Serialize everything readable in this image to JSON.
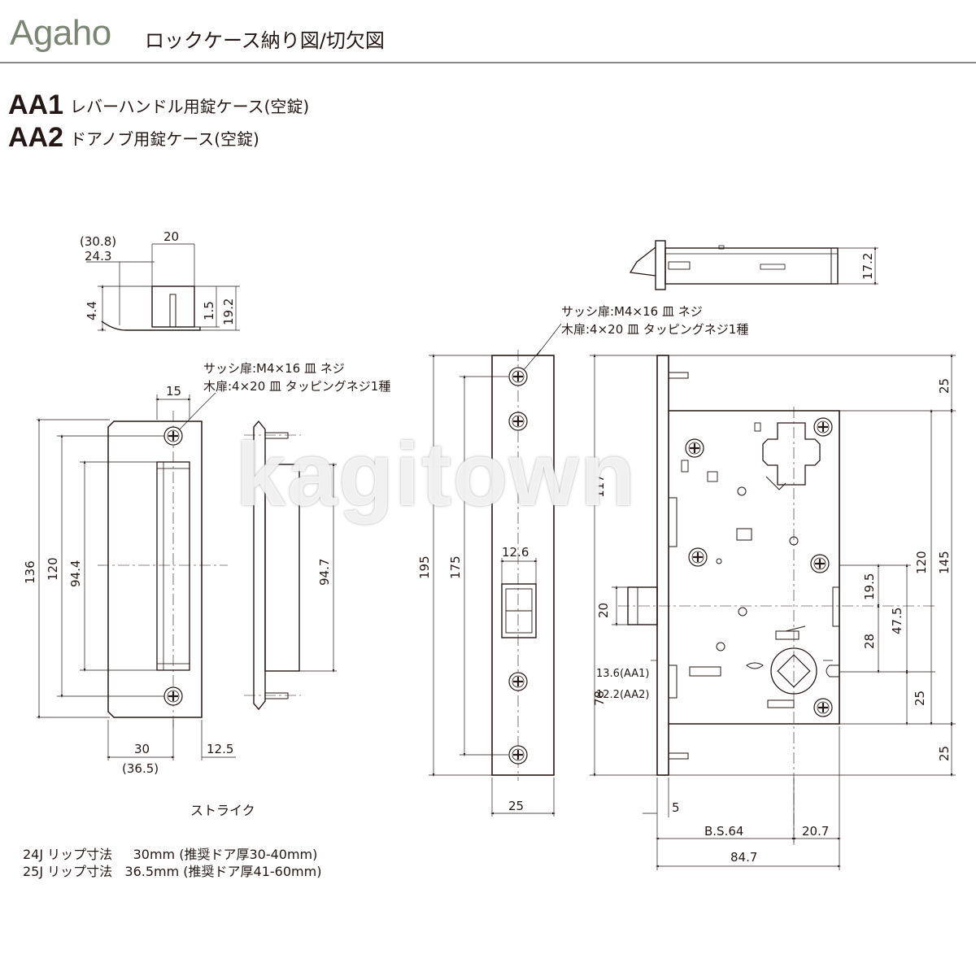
{
  "header": {
    "brand": "Agaho",
    "title": "ロックケース納り図/切欠図"
  },
  "models": [
    {
      "code": "AA1",
      "description": "レバーハンドル用錠ケース(空錠)"
    },
    {
      "code": "AA2",
      "description": "ドアノブ用錠ケース(空錠)"
    }
  ],
  "screw_notes": {
    "sash": "サッシ扉:M4×16 皿 ネジ",
    "wood": "木扉:4×20 皿 タッピングネジ1種"
  },
  "strike": {
    "label": "ストライク",
    "dims": {
      "d30_8": "(30.8)",
      "d24_3": "24.3",
      "d20": "20",
      "d4_4": "4.4",
      "d1_5": "1.5",
      "d19_2": "19.2",
      "d15": "15",
      "d136": "136",
      "d120": "120",
      "d94_4": "94.4",
      "d94_7": "94.7",
      "d30": "30",
      "d36_5": "(36.5)",
      "d12_5": "12.5"
    }
  },
  "faceplate": {
    "dims": {
      "d195": "195",
      "d175": "175",
      "d12_6": "12.6",
      "d25": "25"
    }
  },
  "lockcase": {
    "dims": {
      "d17_2": "17.2",
      "d117": "117",
      "d78": "78",
      "d20": "20",
      "d13_6": "13.6(AA1)",
      "d12_2": "12.2(AA2)",
      "d25_top": "25",
      "d145": "145",
      "d120": "120",
      "d19_5": "19.5",
      "d47_5": "47.5",
      "d28": "28",
      "d25_mid": "25",
      "d25_bot": "25",
      "d5": "5",
      "bs64": "B.S.64",
      "d20_7": "20.7",
      "d84_7": "84.7"
    }
  },
  "notes": [
    "24J リップ寸法     30mm (推奨ドア厚30-40mm)",
    "25J リップ寸法   36.5mm (推奨ドア厚41-60mm)"
  ],
  "watermark": "kagitown"
}
